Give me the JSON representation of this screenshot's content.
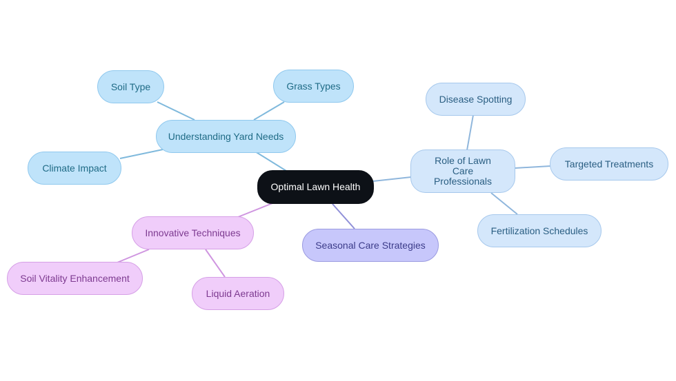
{
  "root": {
    "label": "Optimal Lawn Health"
  },
  "branches": {
    "yard_needs": {
      "label": "Understanding Yard Needs",
      "children": [
        "Soil Type",
        "Grass Types",
        "Climate Impact"
      ]
    },
    "lawn_care_pros": {
      "label": "Role of Lawn Care Professionals",
      "children": [
        "Disease Spotting",
        "Targeted Treatments",
        "Fertilization Schedules"
      ]
    },
    "seasonal": {
      "label": "Seasonal Care Strategies",
      "children": []
    },
    "innovative": {
      "label": "Innovative Techniques",
      "children": [
        "Soil Vitality Enhancement",
        "Liquid Aeration"
      ]
    }
  },
  "colors": {
    "root": "#0d1117",
    "yard_needs": "#bfe3fa",
    "lawn_care_pros": "#d4e7fb",
    "seasonal": "#c7c7fb",
    "innovative": "#f0cdfa",
    "edge_blue": "#7fb9dc",
    "edge_pale": "#8fb6dc",
    "edge_violet": "#9090d8",
    "edge_pink": "#cf95e0"
  }
}
